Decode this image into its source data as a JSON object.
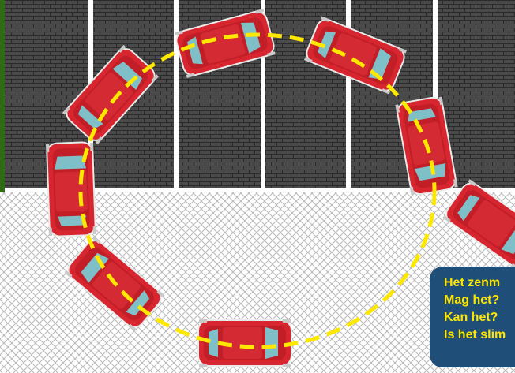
{
  "scene": {
    "description_colors": {
      "grass": "#2f6b12",
      "pavement": "#4a4a4a",
      "brick_mortar": "#2a2a2a",
      "parking_line": "#ffffff",
      "ground": "#ffffff",
      "car_body": "#d7262f",
      "car_glass": "#7fbfc8",
      "path_dash": "#ffe800"
    },
    "icons": [
      "car-icon"
    ]
  },
  "callout": {
    "lines": [
      "Het zenm",
      "Mag het?",
      "Kan het?",
      "Is het slim"
    ],
    "background": "#1f4e79",
    "text_color": "#ffe600"
  }
}
